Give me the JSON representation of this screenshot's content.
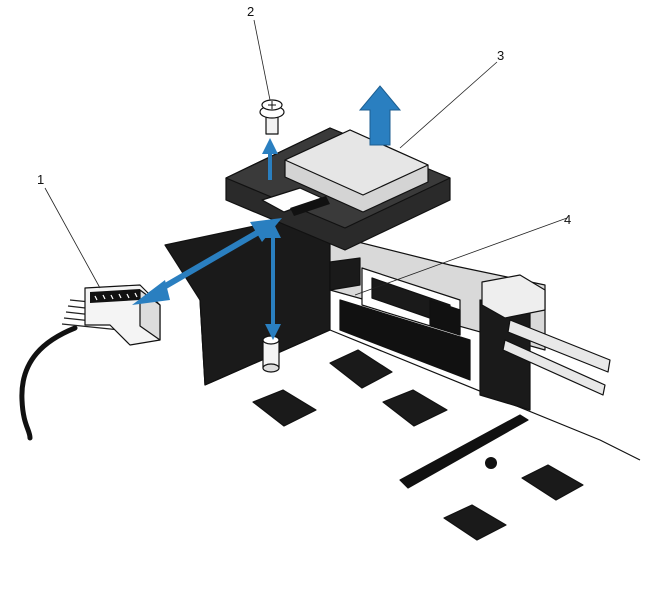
{
  "callouts": [
    {
      "id": "callout-1",
      "label": "1"
    },
    {
      "id": "callout-2",
      "label": "2"
    },
    {
      "id": "callout-3",
      "label": "3"
    },
    {
      "id": "callout-4",
      "label": "4"
    }
  ],
  "colors": {
    "arrow_blue": "#2a7fc0",
    "outline": "#111111",
    "chassis_dark": "#1a1a1a",
    "panel_grey": "#cfcfcf"
  },
  "icons": [
    "arrow-up-icon",
    "arrow-double-icon",
    "screw-icon",
    "standoff-icon",
    "cable-connector-icon"
  ]
}
